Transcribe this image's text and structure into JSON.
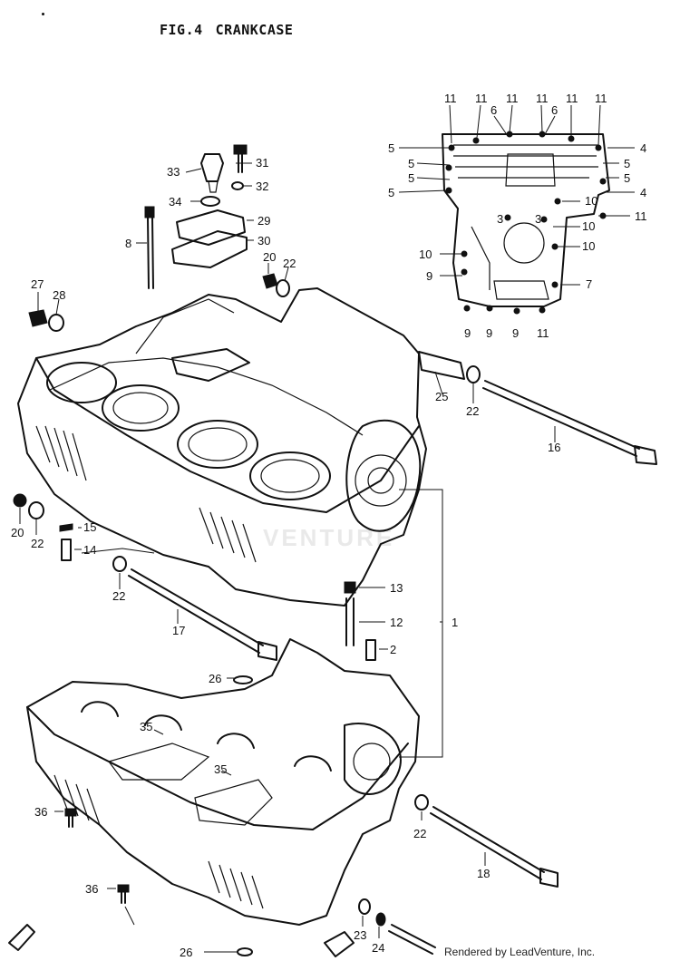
{
  "figure": {
    "number": "FIG.4",
    "title": "CRANKCASE"
  },
  "watermark": "VENTURE",
  "footer": "Rendered by LeadVenture, Inc.",
  "callouts": [
    "1",
    "2",
    "3",
    "4",
    "5",
    "6",
    "7",
    "8",
    "9",
    "10",
    "11",
    "12",
    "13",
    "14",
    "15",
    "16",
    "17",
    "18",
    "20",
    "22",
    "23",
    "24",
    "25",
    "26",
    "27",
    "28",
    "29",
    "30",
    "31",
    "32",
    "33",
    "34",
    "35",
    "36"
  ]
}
